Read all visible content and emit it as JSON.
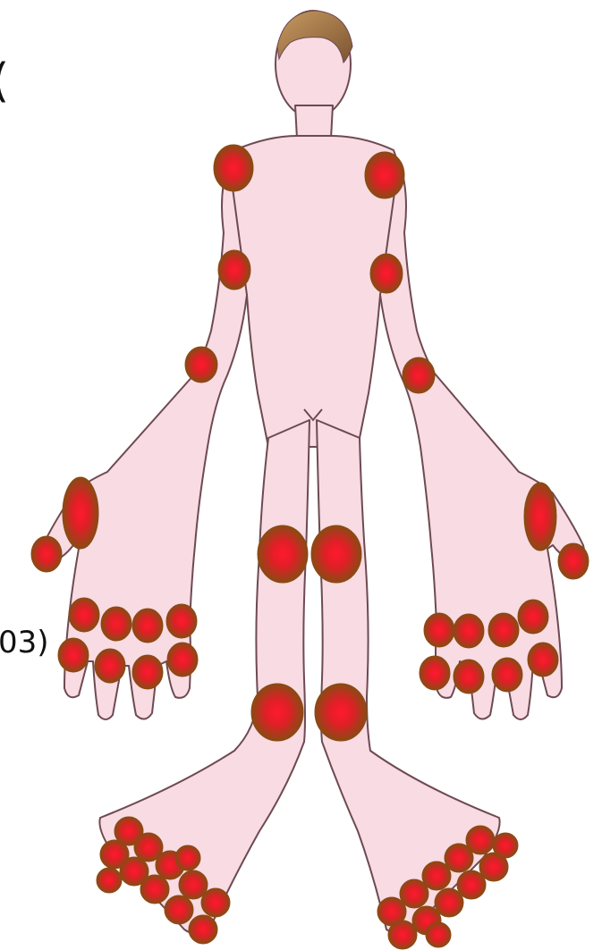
{
  "figure": {
    "edge_label_left": "(",
    "edge_label_right": "03)",
    "colors": {
      "skin": "#f8dbe3",
      "outline": "#6e4a52",
      "hair_light": "#c89b62",
      "hair_dark": "#7c5430",
      "joint_center": "#ff1a2e",
      "joint_edge": "#8a4a14"
    },
    "joints": [
      "left-shoulder",
      "right-shoulder",
      "left-elbow",
      "right-elbow",
      "left-wrist",
      "right-wrist",
      "left-thumb-base",
      "left-thumb-tip",
      "right-thumb-base",
      "right-thumb-tip",
      "left-knuckle-1",
      "left-knuckle-2",
      "left-knuckle-3",
      "left-knuckle-4",
      "left-finger-joint-1",
      "left-finger-joint-2",
      "left-finger-joint-3",
      "left-finger-joint-4",
      "right-knuckle-1",
      "right-knuckle-2",
      "right-knuckle-3",
      "right-knuckle-4",
      "right-finger-joint-1",
      "right-finger-joint-2",
      "right-finger-joint-3",
      "right-finger-joint-4",
      "left-knee",
      "right-knee",
      "left-ankle",
      "right-ankle",
      "left-toe-1",
      "left-toe-2",
      "left-toe-3",
      "left-toe-4",
      "left-toe-5",
      "left-toe-6",
      "left-toe-7",
      "left-toe-8",
      "left-toe-9",
      "left-toe-10",
      "left-toe-11",
      "left-toe-12",
      "right-toe-1",
      "right-toe-2",
      "right-toe-3",
      "right-toe-4",
      "right-toe-5",
      "right-toe-6",
      "right-toe-7",
      "right-toe-8",
      "right-toe-9",
      "right-toe-10",
      "right-toe-11",
      "right-toe-12"
    ]
  }
}
